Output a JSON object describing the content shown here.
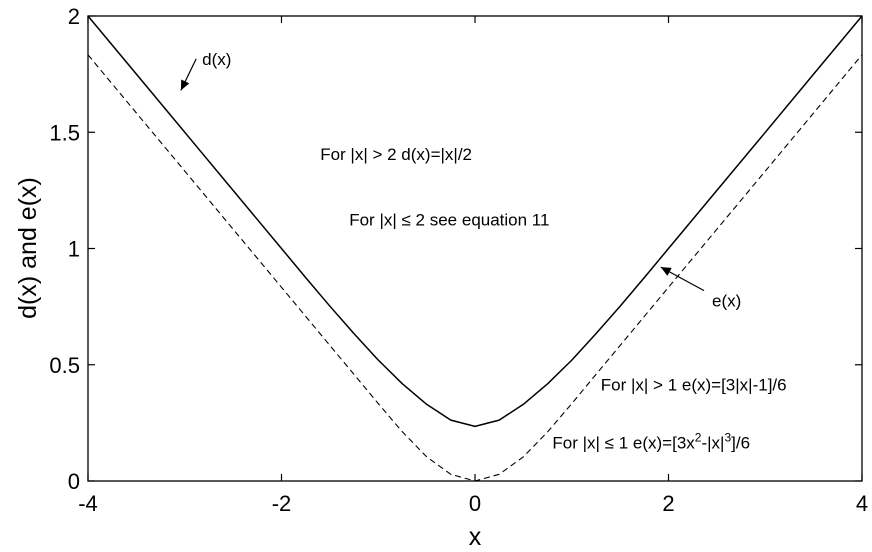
{
  "chart_data": {
    "type": "line",
    "xlabel": "x",
    "ylabel": "d(x) and e(x)",
    "xlim": [
      -4,
      4
    ],
    "ylim": [
      0,
      2
    ],
    "xticks": [
      -4,
      -2,
      0,
      2,
      4
    ],
    "yticks": [
      0,
      0.5,
      1,
      1.5,
      2
    ],
    "grid": false,
    "series": [
      {
        "name": "d(x)",
        "style": "solid",
        "x": [
          -4,
          -3.5,
          -3,
          -2.5,
          -2,
          -1.75,
          -1.5,
          -1.25,
          -1,
          -0.75,
          -0.5,
          -0.25,
          0,
          0.25,
          0.5,
          0.75,
          1,
          1.25,
          1.5,
          1.75,
          2,
          2.5,
          3,
          3.5,
          4
        ],
        "y": [
          2,
          1.75,
          1.5,
          1.25,
          1,
          0.875,
          0.752,
          0.633,
          0.52,
          0.418,
          0.33,
          0.262,
          0.235,
          0.262,
          0.33,
          0.418,
          0.52,
          0.633,
          0.752,
          0.875,
          1,
          1.25,
          1.5,
          1.75,
          2
        ]
      },
      {
        "name": "e(x)",
        "style": "dashed",
        "x": [
          -4,
          -3.5,
          -3,
          -2.5,
          -2,
          -1.5,
          -1.25,
          -1,
          -0.75,
          -0.5,
          -0.25,
          0,
          0.25,
          0.5,
          0.75,
          1,
          1.25,
          1.5,
          2,
          2.5,
          3,
          3.5,
          4
        ],
        "y": [
          1.833,
          1.583,
          1.333,
          1.083,
          0.833,
          0.583,
          0.458,
          0.333,
          0.211,
          0.104,
          0.029,
          0,
          0.029,
          0.104,
          0.211,
          0.333,
          0.458,
          0.583,
          0.833,
          1.083,
          1.333,
          1.583,
          1.833
        ]
      }
    ],
    "annotations": [
      {
        "text": "d(x)",
        "x": -2.82,
        "y": 1.79,
        "arrow_to": [
          -3.04,
          1.68
        ]
      },
      {
        "text": "e(x)",
        "x": 2.45,
        "y": 0.75,
        "arrow_to": [
          1.92,
          0.92
        ]
      },
      {
        "text": "For |x| > 2 d(x)=|x|/2",
        "x": -1.6,
        "y": 1.38
      },
      {
        "text": "For |x| ≤ 2 see equation 11",
        "x": -1.3,
        "y": 1.1
      },
      {
        "text": "For |x| > 1 e(x)=[3|x|-1]/6",
        "x": 1.3,
        "y": 0.39
      },
      {
        "text_parts": [
          "For |x| ≤ 1 e(x)=[3x",
          "2",
          "-|x|",
          "3",
          "]/6"
        ],
        "x": 0.8,
        "y": 0.14
      }
    ]
  }
}
